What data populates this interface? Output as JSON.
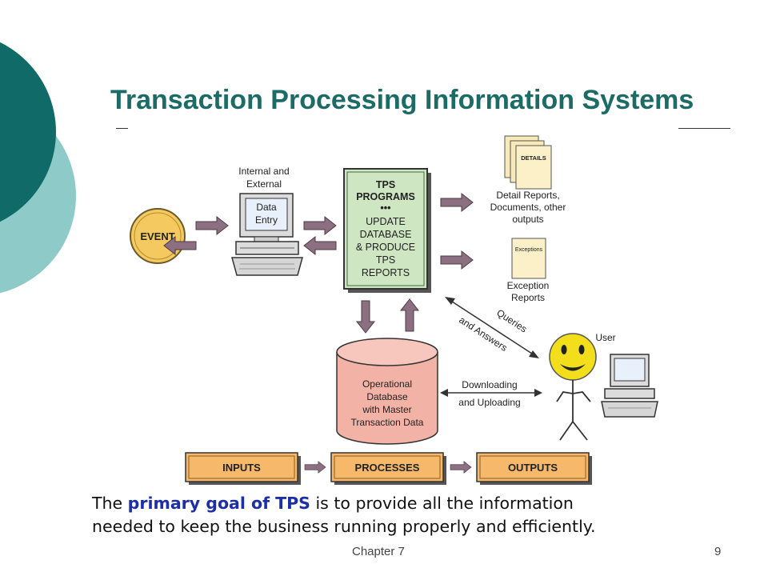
{
  "slide": {
    "title": "Transaction Processing Information Systems",
    "footer_chapter": "Chapter 7",
    "page_number": "9"
  },
  "diagram": {
    "event": "EVENT",
    "source_label": [
      "Internal and",
      "External"
    ],
    "data_entry": [
      "Data",
      "Entry"
    ],
    "tps_box": [
      "TPS",
      "PROGRAMS",
      "•••",
      "UPDATE",
      "DATABASE",
      "& PRODUCE",
      "TPS",
      "REPORTS"
    ],
    "details_doc": "DETAILS",
    "detail_reports": [
      "Detail Reports,",
      "Documents, other",
      "outputs"
    ],
    "exceptions_doc": "Exceptions",
    "exception_reports": [
      "Exception",
      "Reports"
    ],
    "queries": [
      "Queries",
      "and Answers"
    ],
    "user": "User",
    "database": [
      "Operational",
      "Database",
      "with Master",
      "Transaction Data"
    ],
    "downloading": "Downloading",
    "uploading": "and Uploading",
    "inputs": "INPUTS",
    "processes": "PROCESSES",
    "outputs": "OUTPUTS"
  },
  "caption": {
    "part1": "The ",
    "highlight": "primary goal of TPS",
    "part2": " is to provide all the information",
    "line2": "needed to keep the business running properly and efficiently."
  },
  "colors": {
    "title": "#1d6b66",
    "teal_dark": "#106b68",
    "teal_light": "#8ecbc8",
    "arrow": "#8c6f80",
    "tps_fill": "#cfe6c3",
    "db_fill": "#f3b2a6",
    "flow_fill": "#f6b86a",
    "event_fill": "#f4c95f",
    "smiley": "#f2de1b",
    "highlight": "#1c2fa8"
  }
}
